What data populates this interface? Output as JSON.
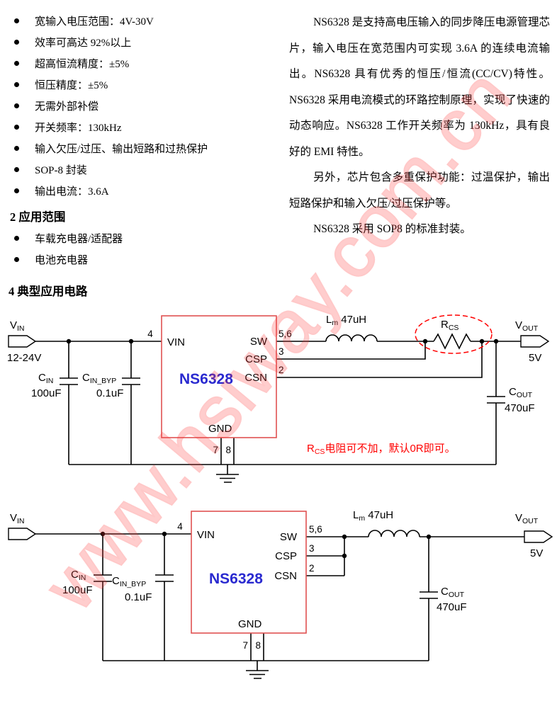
{
  "watermark": "www.hsiway.com.cn",
  "colors": {
    "ic-border": "#e05252",
    "chip-blue": "#2a2ad0",
    "note-red": "#ff0000",
    "watermark-red": "#ff4040"
  },
  "features": {
    "items": [
      "宽输入电压范围：4V-30V",
      "效率可高达 92%以上",
      "超高恒流精度：±5%",
      "恒压精度：±5%",
      "无需外部补偿",
      "开关频率：130kHz",
      "输入欠压/过压、输出短路和过热保护",
      "SOP-8 封装",
      "输出电流：3.6A"
    ]
  },
  "applications": {
    "heading": "2 应用范围",
    "items": [
      "车载充电器/适配器",
      "电池充电器"
    ]
  },
  "description": {
    "paragraphs": [
      "NS6328 是支持高电压输入的同步降压电源管理芯片，输入电压在宽范围内可实现 3.6A 的连续电流输出。NS6328 具有优秀的恒压/恒流(CC/CV)特性。NS6328 采用电流模式的环路控制原理，实现了快速的动态响应。NS6328 工作开关频率为 130kHz，具有良好的 EMI 特性。",
      "另外，芯片包含多重保护功能：过温保护，输出短路保护和输入欠压/过压保护等。",
      "NS6328 采用 SOP8 的标准封装。"
    ]
  },
  "circuits": {
    "heading": "4 典型应用电路"
  },
  "circuit1": {
    "vin": {
      "base": "V",
      "sub": "IN"
    },
    "vin_range": "12-24V",
    "cin": {
      "base": "C",
      "sub": "IN"
    },
    "cin_value": "100uF",
    "cin_byp": {
      "base": "C",
      "sub": "IN_BYP"
    },
    "cin_byp_value": "0.1uF",
    "chip": "NS6328",
    "pins": {
      "vin": "VIN",
      "vin_num": "4",
      "sw": "SW",
      "sw_num": "5,6",
      "csp": "CSP",
      "csp_num": "3",
      "csn": "CSN",
      "csn_num": "2",
      "gnd": "GND",
      "gnd_num_7": "7",
      "gnd_num_8": "8"
    },
    "inductor": {
      "base": "L",
      "sub": "m",
      "rest": " 47uH"
    },
    "rcs": {
      "base": "R",
      "sub": "CS"
    },
    "vout": {
      "base": "V",
      "sub": "OUT"
    },
    "vout_value": "5V",
    "cout": {
      "base": "C",
      "sub": "OUT"
    },
    "cout_value": "470uF",
    "note": {
      "base": "R",
      "sub": "CS",
      "rest": "电阻可不加，默认0R即可。"
    }
  },
  "circuit2": {
    "vin": {
      "base": "V",
      "sub": "IN"
    },
    "cin": {
      "base": "C",
      "sub": "IN"
    },
    "cin_value": "100uF",
    "cin_byp": {
      "base": "C",
      "sub": "IN_BYP"
    },
    "cin_byp_value": "0.1uF",
    "chip": "NS6328",
    "pins": {
      "vin": "VIN",
      "vin_num": "4",
      "sw": "SW",
      "sw_num": "5,6",
      "csp": "CSP",
      "csp_num": "3",
      "csn": "CSN",
      "csn_num": "2",
      "gnd": "GND",
      "gnd_num_7": "7",
      "gnd_num_8": "8"
    },
    "inductor": {
      "base": "L",
      "sub": "m",
      "rest": " 47uH"
    },
    "vout": {
      "base": "V",
      "sub": "OUT"
    },
    "vout_value": "5V",
    "cout": {
      "base": "C",
      "sub": "OUT"
    },
    "cout_value": "470uF"
  }
}
